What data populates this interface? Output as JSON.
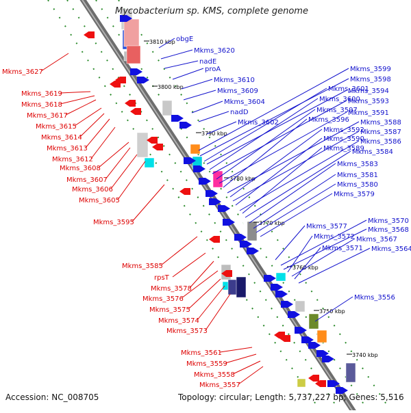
{
  "title": "Mycobacterium sp. KMS, complete genome",
  "footer": {
    "accession": "Accession: NC_008705",
    "summary": "Topology: circular; Length: 5,737,227 bp; Genes: 5,516"
  },
  "colors": {
    "backbone": "#8a8a8a",
    "forward_gene": "#1010e0",
    "reverse_gene": "#ee1010",
    "left_label": "#dd0000",
    "right_label": "#1010cc",
    "track_dot": "#2a8a2a"
  },
  "scale_ticks": [
    "3810 kbp",
    "3800 kbp",
    "3790 kbp",
    "3780 kbp",
    "3770 kbp",
    "3760 kbp",
    "3750 kbp",
    "3740 kbp"
  ],
  "left_labels": [
    "Mkms_3627",
    "Mkms_3619",
    "Mkms_3618",
    "Mkms_3617",
    "Mkms_3615",
    "Mkms_3614",
    "Mkms_3613",
    "Mkms_3612",
    "Mkms_3608",
    "Mkms_3607",
    "Mkms_3606",
    "Mkms_3605",
    "Mkms_3595",
    "Mkms_3585",
    "rpsT",
    "Mkms_3578",
    "Mkms_3576",
    "Mkms_3575",
    "Mkms_3574",
    "Mkms_3573",
    "Mkms_3561",
    "Mkms_3559",
    "Mkms_3558",
    "Mkms_3557"
  ],
  "right_labels": [
    "obgE",
    "Mkms_3620",
    "nadE",
    "proA",
    "Mkms_3610",
    "Mkms_3609",
    "Mkms_3604",
    "nadD",
    "Mkms_3602",
    "Mkms_3599",
    "Mkms_3598",
    "Mkms_3601",
    "Mkms_3594",
    "Mkms_3600",
    "Mkms_3593",
    "Mkms_3597",
    "Mkms_3591",
    "Mkms_3596",
    "Mkms_3588",
    "Mkms_3592",
    "Mkms_3587",
    "Mkms_3590",
    "Mkms_3586",
    "Mkms_3589",
    "Mkms_3584",
    "Mkms_3583",
    "Mkms_3581",
    "Mkms_3580",
    "Mkms_3579",
    "Mkms_3577",
    "Mkms_3570",
    "Mkms_3568",
    "Mkms_3572",
    "Mkms_3567",
    "Mkms_3571",
    "Mkms_3564",
    "Mkms_3556"
  ]
}
